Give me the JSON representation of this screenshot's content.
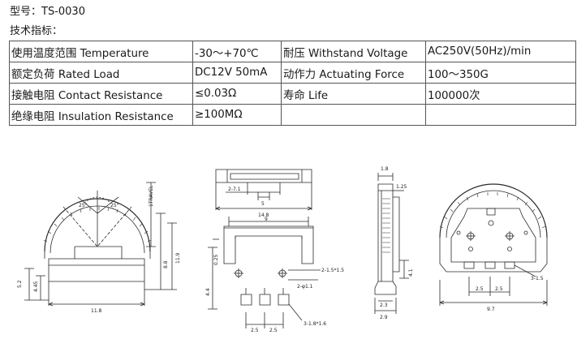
{
  "header": {
    "model_line": "型号：TS-0030",
    "tech_title": "技术指标："
  },
  "spec_table": {
    "rows": [
      [
        "使用温度范围 Temperature",
        "-30～+70℃",
        "耐压 Withstand Voltage",
        "AC250V(50Hz)/min"
      ],
      [
        "额定负荷 Rated Load",
        "DC12V 50mA",
        "动作力 Actuating Force",
        "100～350G"
      ],
      [
        "接触电阻 Contact Resistance",
        "≤0.03Ω",
        "寿命 Life",
        "100000次"
      ],
      [
        "绝缘电阻 Insulation Resistance",
        "≥100MΩ",
        "",
        ""
      ]
    ]
  },
  "drawing": {
    "side_view": {
      "angle_left": "25°",
      "angle_right": "25°",
      "travel_label": "1TRAVEL",
      "dim_width": "11.8",
      "dim_height_total": "11.9",
      "dim_height_mid": "8.8",
      "dim_left_outer": "5.2",
      "dim_left_inner": "4.45"
    },
    "top_view": {
      "dim_2_7": "2-7.1",
      "dim_5": "5",
      "dim_14_8": "14.8"
    },
    "front_view": {
      "dim_9": "9",
      "dim_0_25": "0.25",
      "dim_4_4": "4.4",
      "dim_hole_a": "2-1.5*1.5",
      "dim_hole_b": "2-φ1.1",
      "dim_pitch_1": "2.5",
      "dim_pitch_2": "2.5",
      "dim_pins": "3-1.8*1.6"
    },
    "end_view": {
      "dim_1_8": "1.8",
      "dim_1_25": "1.25",
      "dim_4_1": "4.1",
      "dim_2_3": "2.3",
      "dim_2_9": "2.9"
    },
    "bottom_view": {
      "dim_3_1_5": "3-1.5",
      "dim_pitch_1": "2.5",
      "dim_pitch_2": "2.5",
      "dim_9_7": "9.7"
    }
  }
}
